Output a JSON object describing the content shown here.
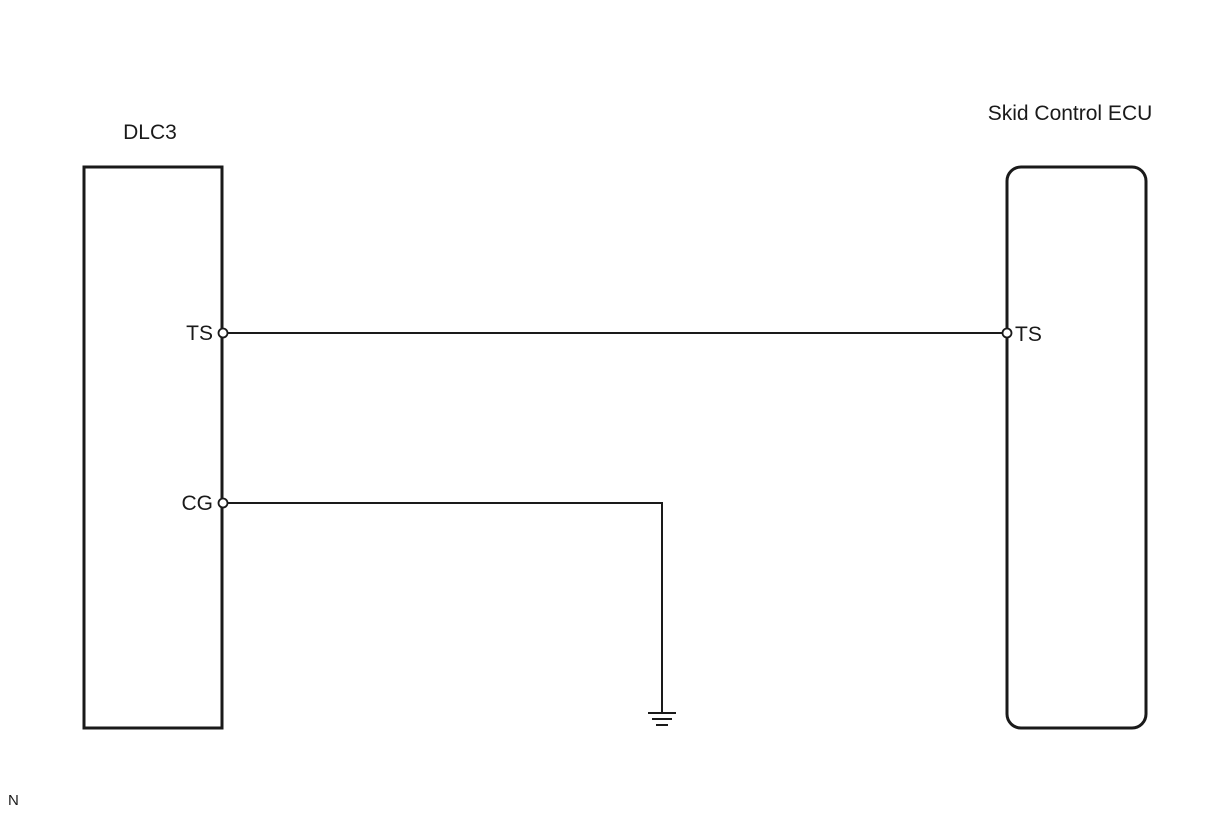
{
  "components": {
    "dlc3": {
      "title": "DLC3",
      "pins": {
        "ts": "TS",
        "cg": "CG"
      }
    },
    "ecu": {
      "title": "Skid Control ECU",
      "pins": {
        "ts": "TS"
      }
    }
  },
  "connections": [
    {
      "from": "DLC3.TS",
      "to": "Skid Control ECU.TS"
    },
    {
      "from": "DLC3.CG",
      "to": "ground"
    }
  ],
  "ground_symbol": "ground-icon",
  "footer_mark": "N",
  "colors": {
    "line": "#1a1a1a",
    "background": "#ffffff"
  }
}
